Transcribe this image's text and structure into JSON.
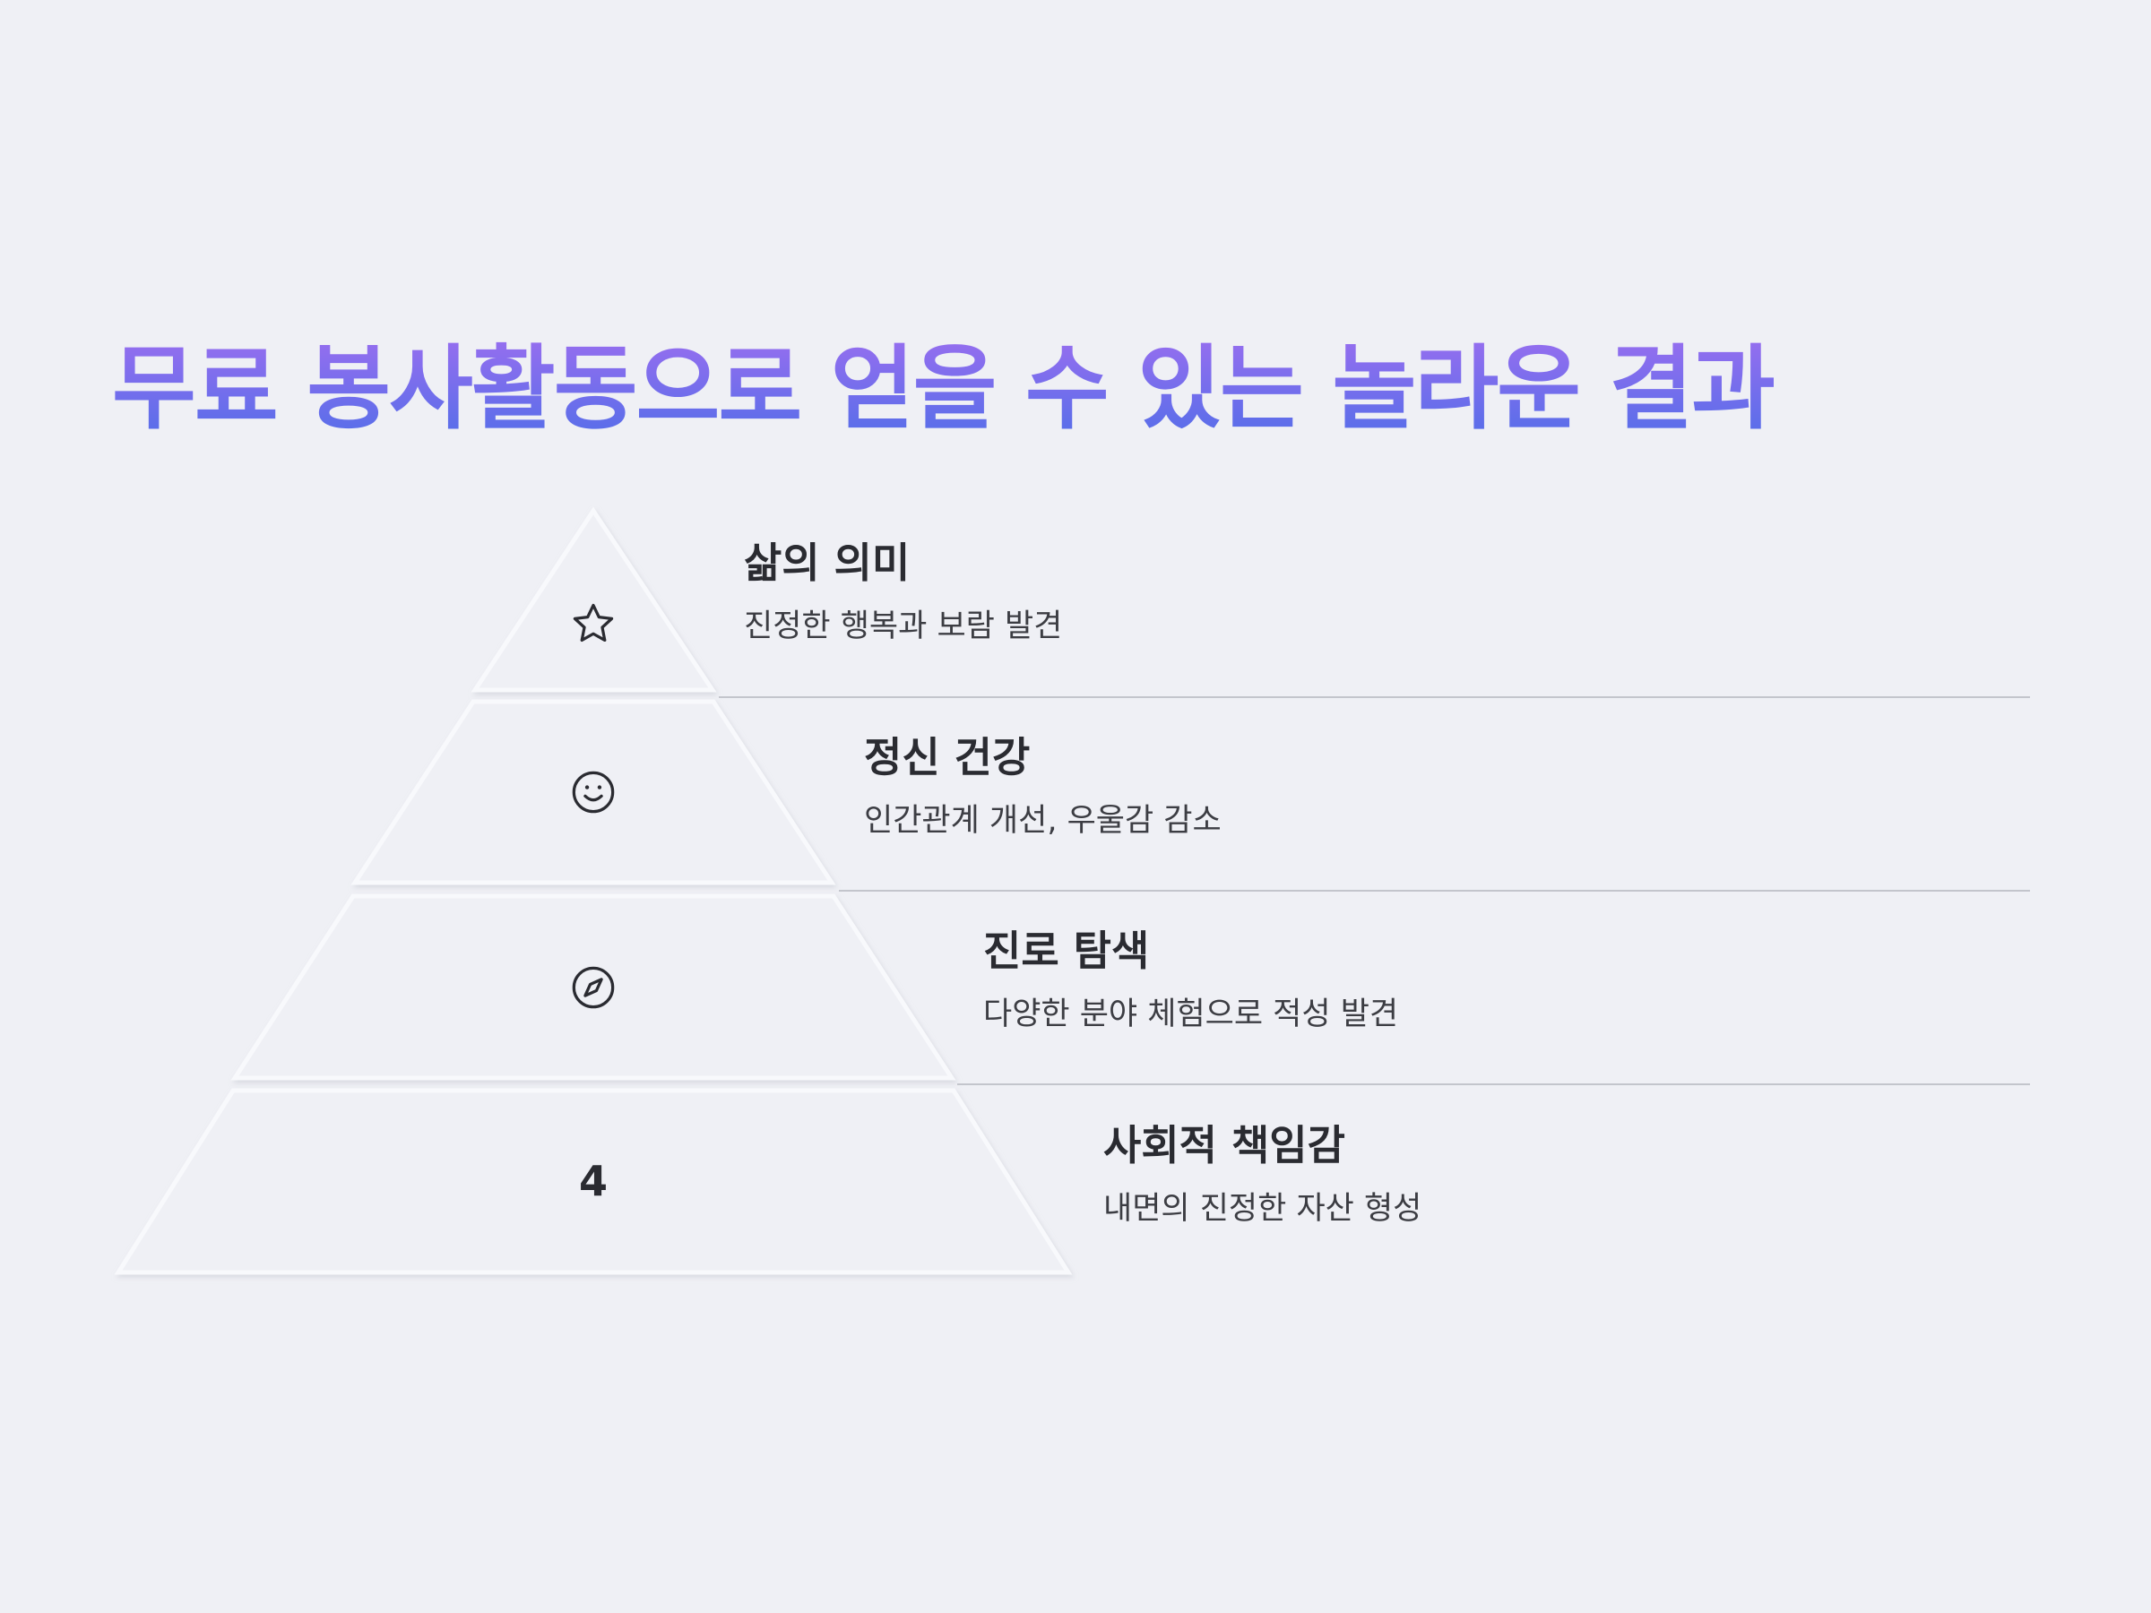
{
  "title": "무료 봉사활동으로 얻을 수 있는 놀라운 결과",
  "colors": {
    "background": "#eff0f5",
    "title_gradient_start": "#a06ef0",
    "title_gradient_end": "#4a6ee8",
    "text": "#2a2b31",
    "divider": "#c3c5cc"
  },
  "levels": [
    {
      "icon": "star-icon",
      "title": "삶의 의미",
      "description": "진정한 행복과 보람 발견"
    },
    {
      "icon": "smile-icon",
      "title": "정신 건강",
      "description": "인간관계 개선, 우울감 감소"
    },
    {
      "icon": "compass-icon",
      "title": "진로 탐색",
      "description": "다양한 분야 체험으로 적성 발견"
    },
    {
      "number": "4",
      "title": "사회적 책임감",
      "description": "내면의 진정한 자산 형성"
    }
  ]
}
